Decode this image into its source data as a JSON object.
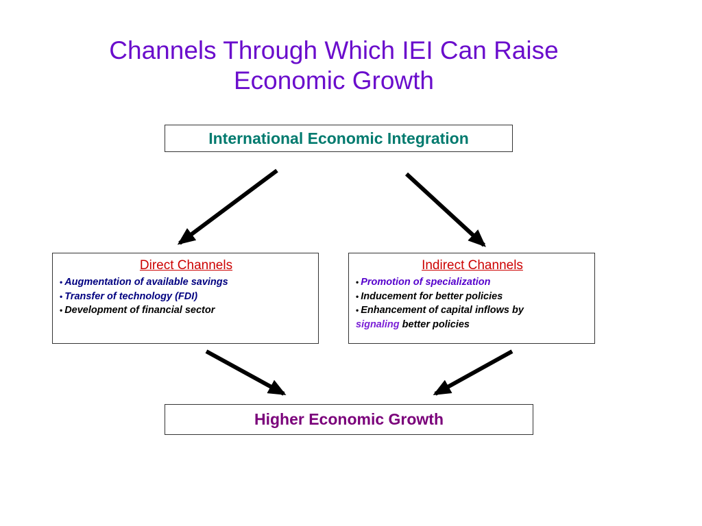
{
  "title": "Channels Through Which IEI Can Raise\nEconomic Growth",
  "top_box": {
    "label": "International Economic Integration"
  },
  "direct": {
    "heading": "Direct Channels",
    "items": [
      "Augmentation of available savings",
      "Transfer of technology (FDI)",
      "Development of financial sector"
    ]
  },
  "indirect": {
    "heading": "Indirect Channels",
    "items": [
      "Promotion of specialization",
      "Inducement for better policies",
      "Enhancement of capital inflows by"
    ],
    "signaling_word": "signaling",
    "signaling_rest": " better policies"
  },
  "bottom_box": {
    "label": "Higher Economic Growth"
  },
  "bullet_glyph": "•",
  "colors": {
    "title": "#6a0dcc",
    "top_label": "#007a6e",
    "heading_red": "#cc0000",
    "navy": "#000080",
    "promotion": "#5500cc",
    "black": "#000000",
    "signaling": "#7a1fd6",
    "bottom_label": "#7a007a",
    "arrow": "#000000"
  }
}
